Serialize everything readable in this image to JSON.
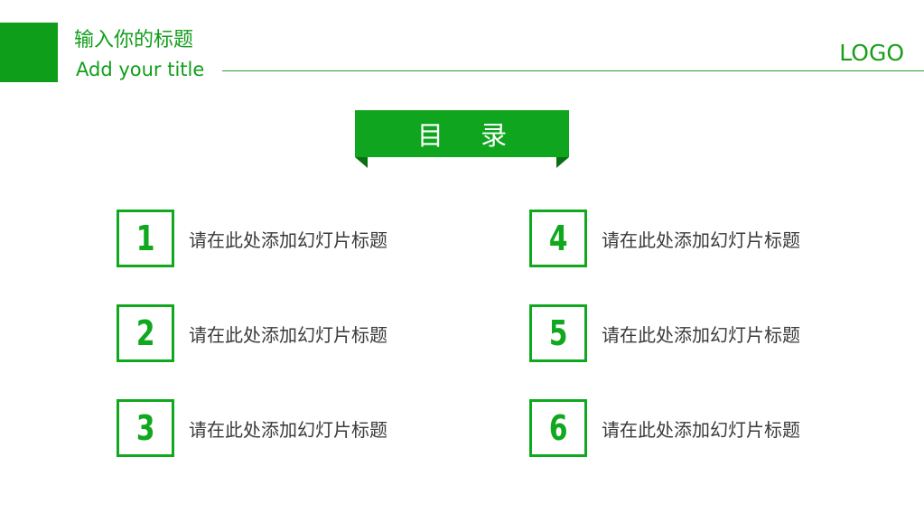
{
  "header": {
    "title_zh": "输入你的标题",
    "title_en": "Add your title",
    "logo": "LOGO"
  },
  "ribbon": {
    "label": "目 录"
  },
  "toc": {
    "items": [
      {
        "number": "1",
        "label": "请在此处添加幻灯片标题"
      },
      {
        "number": "2",
        "label": "请在此处添加幻灯片标题"
      },
      {
        "number": "3",
        "label": "请在此处添加幻灯片标题"
      },
      {
        "number": "4",
        "label": "请在此处添加幻灯片标题"
      },
      {
        "number": "5",
        "label": "请在此处添加幻灯片标题"
      },
      {
        "number": "6",
        "label": "请在此处添加幻灯片标题"
      }
    ]
  },
  "colors": {
    "accent": "#10a81e",
    "ribbon_shadow": "#0a6e12",
    "text": "#3a3a3a"
  }
}
